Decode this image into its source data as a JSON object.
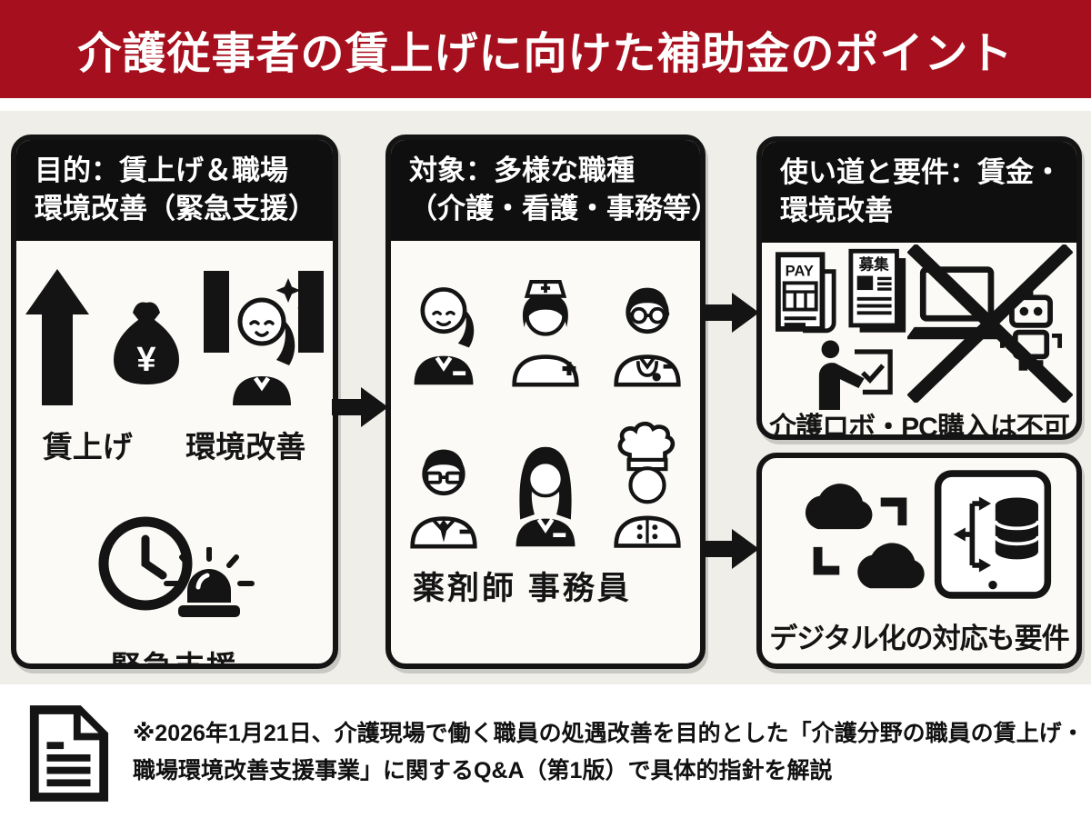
{
  "banner": {
    "title": "介護従事者の賃上げに向けた補助金のポイント"
  },
  "panels": {
    "purpose": {
      "header_lines": [
        "目的：賃上げ＆職場",
        "環境改善（緊急支援）"
      ],
      "labels": {
        "wage_up": "賃上げ",
        "env_improve": "環境改善",
        "emergency": "緊急支援"
      },
      "money_bag_symbol": "¥",
      "icon_names": [
        "up-arrow-icon",
        "money-bag-icon",
        "workplace-improvement-icon",
        "clock-icon",
        "emergency-light-icon"
      ]
    },
    "target": {
      "header_lines": [
        "対象：多様な職種",
        "（介護・看護・事務等）"
      ],
      "roles_label": "薬剤師 事務員",
      "icon_names": [
        "care-worker-icon",
        "nurse-icon",
        "doctor-icon",
        "pharmacist-icon",
        "office-worker-icon",
        "chef-icon"
      ]
    },
    "usage": {
      "header_lines": [
        "使い道と要件：賃金・",
        "環境改善"
      ],
      "pay_doc_text": "PAY",
      "recruit_doc_text": "募集",
      "restriction_label": "介護ロボ・PC購入は不可",
      "icon_names": [
        "pay-slip-icon",
        "recruit-flyer-icon",
        "training-presenter-icon",
        "no-laptop-robot-icon"
      ]
    },
    "digital": {
      "label": "デジタル化の対応も要件",
      "icon_names": [
        "cloud-sync-icon",
        "tablet-database-icon"
      ]
    }
  },
  "footer": {
    "note_lines": [
      "※2026年1月21日、介護現場で働く職員の処遇改善を目的とした「介護分野の職員の賃上げ・",
      "職場環境改善支援事業」に関するQ&A（第1版）で具体的指針を解説"
    ],
    "icon_name": "document-icon"
  },
  "colors": {
    "banner_red": "#a60f1d",
    "stage_beige": "#f0eee8",
    "ink_black": "#141414",
    "panel_white": "#fbfaf6"
  }
}
